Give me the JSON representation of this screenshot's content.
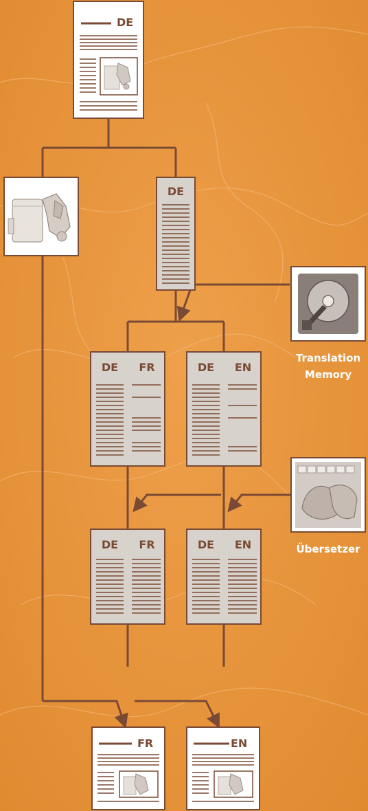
{
  "colors": {
    "background": "#e8923a",
    "connector": "#7a4a35",
    "doc_white": "#ffffff",
    "doc_segment": "#d8d2cc",
    "doc_text_brown": "#7a4a35",
    "label_white": "#ffffff"
  },
  "source_document": {
    "lang": "DE",
    "icon": "document-with-image-icon"
  },
  "layout_graphic": {
    "icon": "dtp-layout-image-icon"
  },
  "extracted_text": {
    "lang": "DE"
  },
  "translation_memory": {
    "label_line1": "Translation",
    "label_line2": "Memory",
    "icon": "hard-drive-icon"
  },
  "translator": {
    "label": "Übersetzer",
    "icon": "typing-hands-icon"
  },
  "pretranslated": [
    {
      "src": "DE",
      "tgt": "FR"
    },
    {
      "src": "DE",
      "tgt": "EN"
    }
  ],
  "translated": [
    {
      "src": "DE",
      "tgt": "FR"
    },
    {
      "src": "DE",
      "tgt": "EN"
    }
  ],
  "final_documents": [
    {
      "lang": "FR"
    },
    {
      "lang": "EN"
    }
  ]
}
